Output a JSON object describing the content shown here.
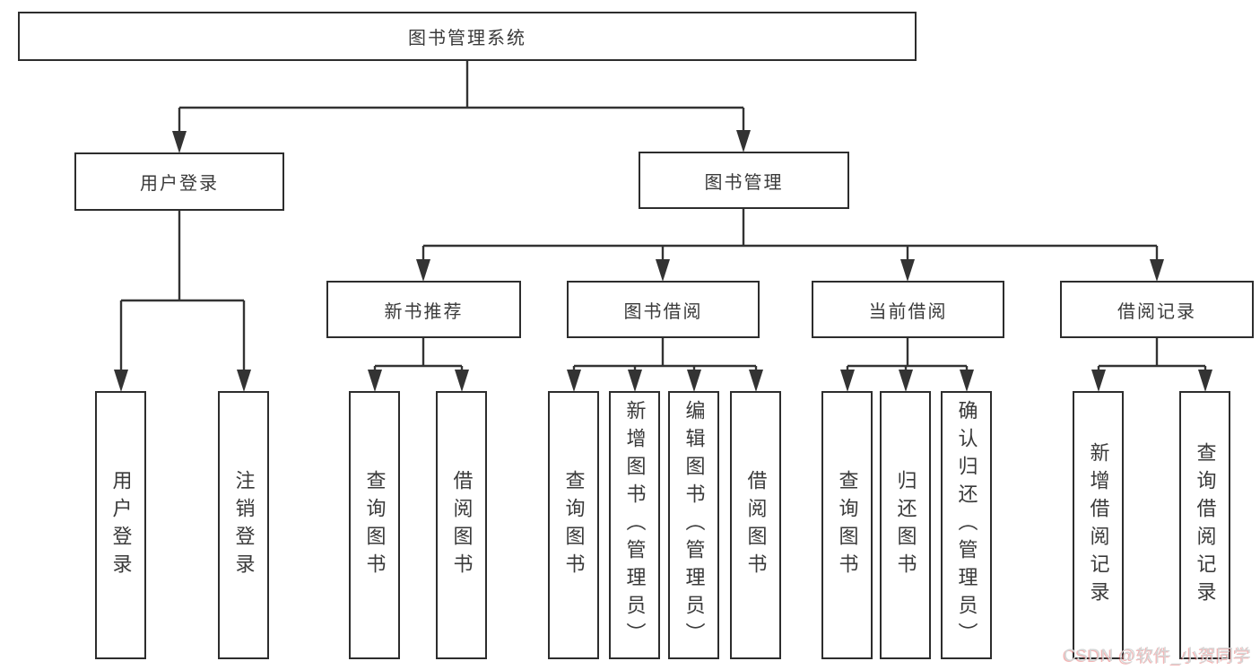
{
  "tree": {
    "root": "图书管理系统",
    "level2": [
      {
        "label": "用户登录",
        "children": [
          "用户登录",
          "注销登录"
        ]
      },
      {
        "label": "图书管理",
        "children": [
          {
            "label": "新书推荐",
            "children": [
              "查询图书",
              "借阅图书"
            ]
          },
          {
            "label": "图书借阅",
            "children": [
              "查询图书",
              "新增图书（管理员）",
              "编辑图书（管理员）",
              "借阅图书"
            ]
          },
          {
            "label": "当前借阅",
            "children": [
              "查询图书",
              "归还图书",
              "确认归还（管理员）"
            ]
          },
          {
            "label": "借阅记录",
            "children": [
              "新增借阅记录",
              "查询借阅记录"
            ]
          }
        ]
      }
    ]
  },
  "watermark": {
    "text": "CSDN @软件_小贺同学"
  },
  "colors": {
    "background": "#ffffff",
    "line": "#333333",
    "box_border": "#2d2d2d",
    "text": "#3a3a3a",
    "watermark_text": "#d5d5d5",
    "watermark_shadow": "#e45e5e"
  }
}
